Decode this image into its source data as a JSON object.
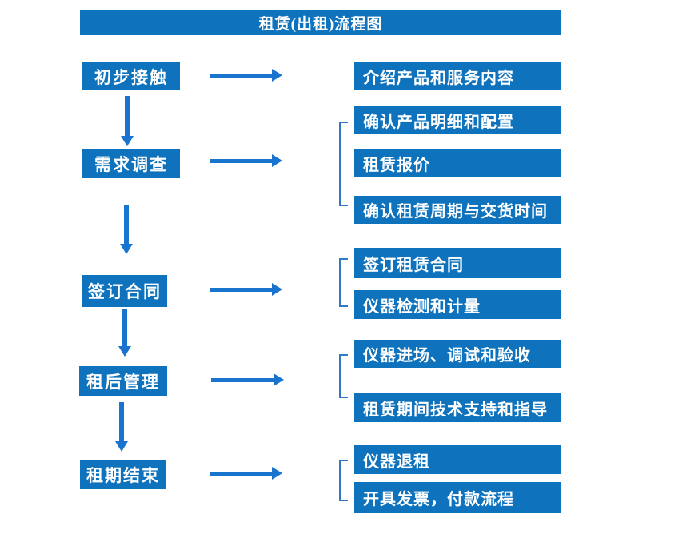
{
  "title": "租赁(出租)流程图",
  "colors": {
    "box_blue": "#0E72BC",
    "arrow_blue": "#1874CE",
    "bracket_blue": "#2E7BC4",
    "text_white": "#FFFFFF",
    "bg": "#FFFFFF"
  },
  "flow": {
    "steps": [
      {
        "label": "初步接触",
        "details": [
          "介绍产品和服务内容"
        ]
      },
      {
        "label": "需求调查",
        "details": [
          "确认产品明细和配置",
          "租赁报价",
          "确认租赁周期与交货时间"
        ]
      },
      {
        "label": "签订合同",
        "details": [
          "签订租赁合同",
          "仪器检测和计量"
        ]
      },
      {
        "label": "租后管理",
        "details": [
          "仪器进场、调试和验收",
          "租赁期间技术支持和指导"
        ]
      },
      {
        "label": "租期结束",
        "details": [
          "仪器退租",
          "开具发票，付款流程"
        ]
      }
    ]
  }
}
